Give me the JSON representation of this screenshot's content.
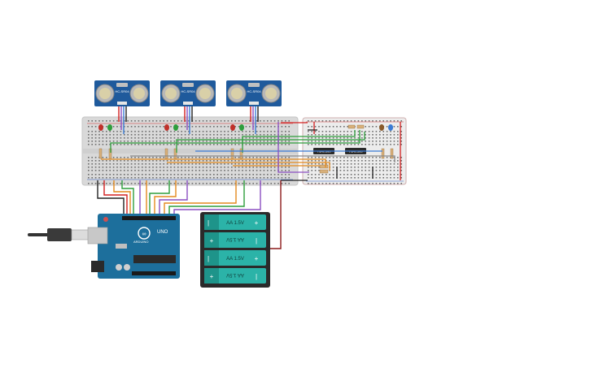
{
  "sensors": [
    {
      "label": "HC-SR04"
    },
    {
      "label": "HC-SR04"
    },
    {
      "label": "HC-SR04"
    }
  ],
  "ics": [
    {
      "label": "74HC595"
    },
    {
      "label": "74HC595"
    }
  ],
  "arduino": {
    "brand": "ARDUINO",
    "model": "UNO"
  },
  "battery": {
    "cells": [
      {
        "label": "AA 1.5V",
        "orientation": "normal"
      },
      {
        "label": "AA 1.5V",
        "orientation": "flipped"
      },
      {
        "label": "AA 1.5V",
        "orientation": "normal"
      },
      {
        "label": "AA 1.5V",
        "orientation": "flipped"
      }
    ]
  },
  "colors": {
    "sensor_board": "#1f5a9c",
    "arduino_board": "#1d6f9c",
    "battery_cell": "#2bb3a8",
    "breadboard": "#d8d8d8",
    "wire_red": "#d32020",
    "wire_black": "#222222",
    "wire_green": "#2e9e3c",
    "wire_orange": "#e38a1e",
    "wire_purple": "#8b4fc2",
    "wire_blue": "#3a7bd5",
    "wire_gray": "#7a7a7a"
  }
}
